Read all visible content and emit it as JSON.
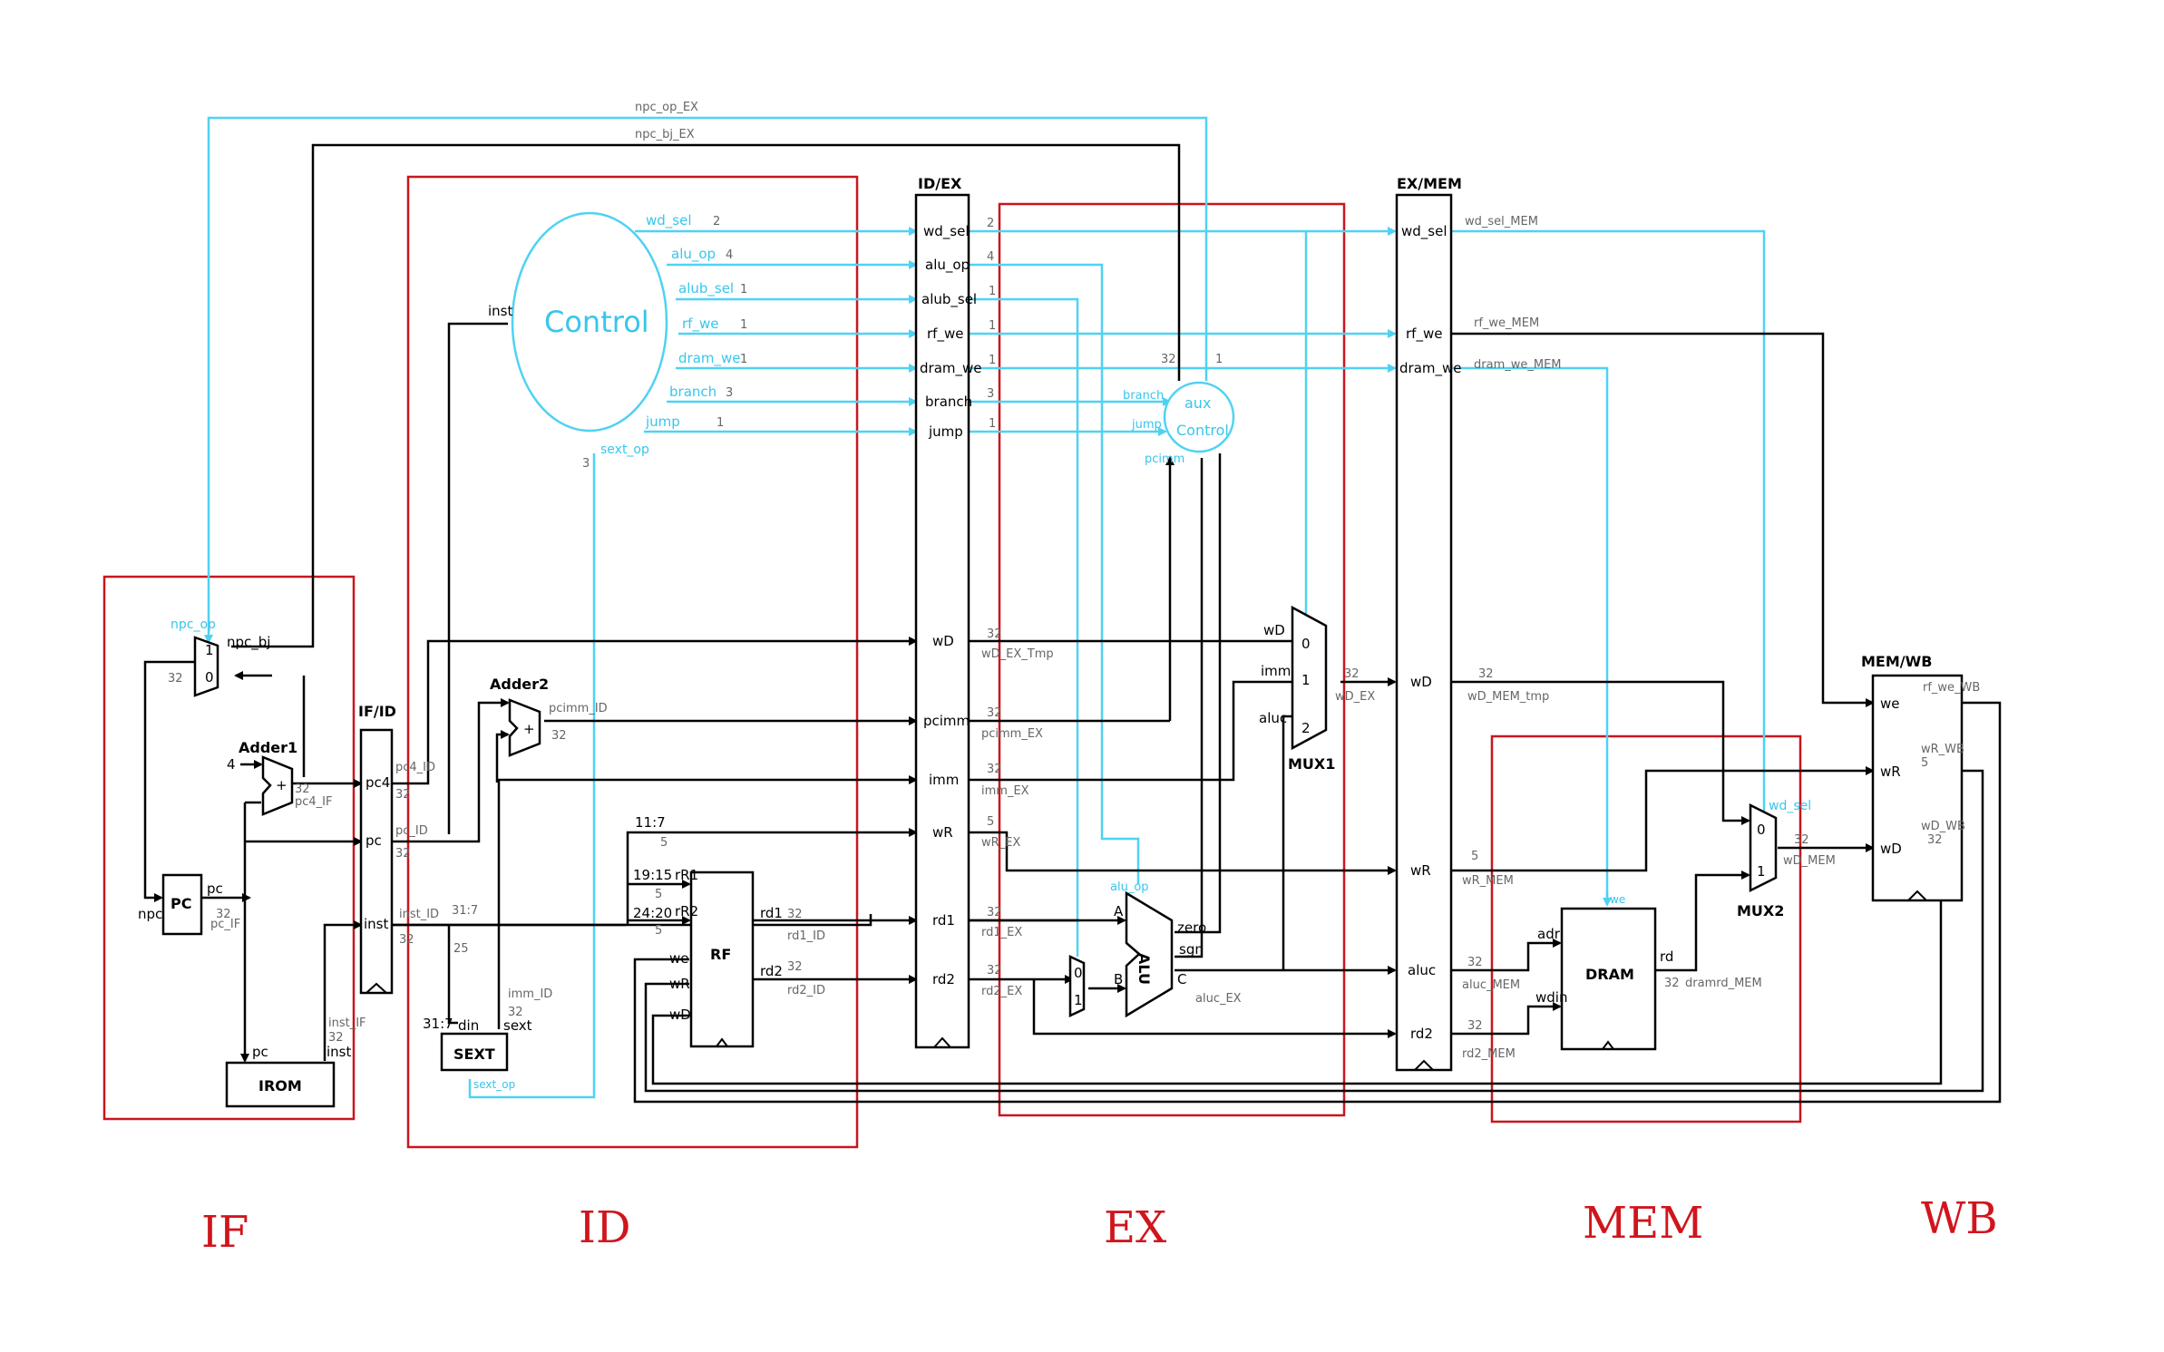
{
  "stages": {
    "if": "IF",
    "id": "ID",
    "ex": "EX",
    "mem": "MEM",
    "wb": "WB"
  },
  "top_wires": {
    "npc_op_ex": "npc_op_EX",
    "npc_bj_ex": "npc_bj_EX"
  },
  "blocks": {
    "control": "Control",
    "aux_control_1": "aux",
    "aux_control_2": "Control",
    "pc": "PC",
    "irom": "IROM",
    "adder1": "Adder1",
    "adder2": "Adder2",
    "rf": "RF",
    "sext": "SEXT",
    "alu": "ALU",
    "dram": "DRAM",
    "mux1": "MUX1",
    "mux2": "MUX2"
  },
  "registers": {
    "if_id": {
      "title": "IF/ID",
      "ports": [
        "pc4",
        "pc",
        "inst"
      ]
    },
    "id_ex": {
      "title": "ID/EX",
      "ports": [
        "wd_sel",
        "alu_op",
        "alub_sel",
        "rf_we",
        "dram_we",
        "branch",
        "jump",
        "wD",
        "pcimm",
        "imm",
        "wR",
        "rd1",
        "rd2"
      ]
    },
    "ex_mem": {
      "title": "EX/MEM",
      "ports": [
        "wd_sel",
        "rf_we",
        "dram_we",
        "wD",
        "wR",
        "aluc",
        "rd2"
      ]
    },
    "mem_wb": {
      "title": "MEM/WB",
      "ports": [
        "we",
        "wR",
        "wD"
      ]
    }
  },
  "control_signals": [
    {
      "name": "wd_sel",
      "width": "2"
    },
    {
      "name": "alu_op",
      "width": "4"
    },
    {
      "name": "alub_sel",
      "width": "1"
    },
    {
      "name": "rf_we",
      "width": "1"
    },
    {
      "name": "dram_we",
      "width": "1"
    },
    {
      "name": "branch",
      "width": "3"
    },
    {
      "name": "jump",
      "width": "1"
    }
  ],
  "labels": {
    "npc_op": "npc_op",
    "npc_bj": "npc_bj",
    "npc": "npc",
    "pc": "pc",
    "pc_if": "pc_IF",
    "pc4_if": "pc4_IF",
    "pc4_id": "pc4_ID",
    "pc_id": "pc_ID",
    "inst_id": "inst_ID",
    "inst_if": "inst_IF",
    "inst": "inst",
    "four": "4",
    "plus": "+",
    "pcimm_id": "pcimm_ID",
    "imm_id": "imm_ID",
    "sext_op": "sext_op",
    "sext_op_ctrl": "sext_op",
    "din": "din",
    "sext": "sext",
    "bits_31_7a": "31:7",
    "bits_31_7b": "31:7",
    "bits_25": "25",
    "bits_11_7": "11:7",
    "bits_19_15": "19:15",
    "bits_24_20": "24:20",
    "rr1": "rR1",
    "rr2": "rR2",
    "rf_we": "we",
    "rf_wr": "wR",
    "rf_wd": "wD",
    "rd1": "rd1",
    "rd2": "rd2",
    "rd1_id": "rd1_ID",
    "rd2_id": "rd2_ID",
    "wd_ex_tmp": "wD_EX_Tmp",
    "pcimm_ex": "pcimm_EX",
    "imm_ex": "imm_EX",
    "wr_ex": "wR_EX",
    "rd1_ex": "rd1_EX",
    "rd2_ex": "rd2_EX",
    "mux_a": "A",
    "mux_b": "B",
    "alu_c": "C",
    "zero": "zero",
    "sgn": "sgn",
    "alu_op_in": "alu_op",
    "aluc_ex": "aluc_EX",
    "branch_in": "branch",
    "jump_in": "jump",
    "pcimm_in": "pcimm",
    "mux1_wd": "wD",
    "mux1_imm": "imm",
    "mux1_aluc": "aluc",
    "m0": "0",
    "m1": "1",
    "m2": "2",
    "wd_ex": "wD_EX",
    "wd_sel_mem": "wd_sel_MEM",
    "rf_we_mem": "rf_we_MEM",
    "dram_we_mem": "dram_we_MEM",
    "wd_mem_tmp": "wD_MEM_tmp",
    "wr_mem": "wR_MEM",
    "aluc_mem": "aluc_MEM",
    "rd2_mem": "rd2_MEM",
    "adr": "adr",
    "wdin": "wdin",
    "dram_we": "we",
    "dram_rd": "rd",
    "dramrd_mem": "dramrd_MEM",
    "wd_sel": "wd_sel",
    "wd_mem": "wD_MEM",
    "rf_we_wb": "rf_we_WB",
    "wr_wb": "wR_WB",
    "wd_wb": "wD_WB",
    "w32": "32",
    "w5": "5",
    "w2": "2",
    "w4": "4",
    "w3": "3",
    "w1": "1"
  },
  "colors": {
    "black_wire": "#000000",
    "cyan_wire": "#4fd2f2",
    "stage_box": "#c8161d"
  }
}
